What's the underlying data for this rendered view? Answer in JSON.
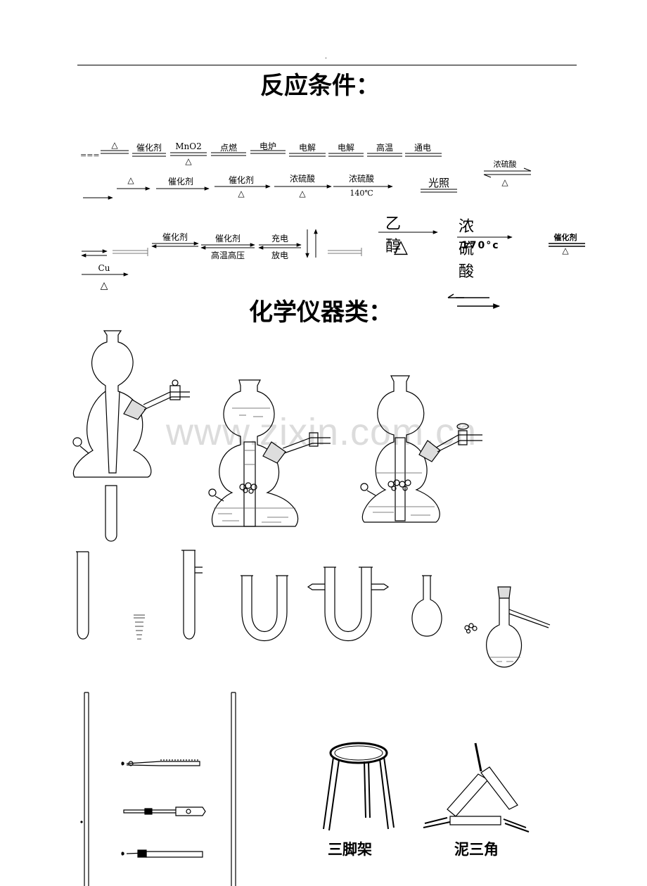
{
  "header_dot": ".",
  "title_conditions": "反应条件：",
  "title_instruments": "化学仪器类：",
  "watermark": "www.zixin.com.cn",
  "row1": {
    "prefix": "===",
    "items": [
      {
        "top": "△",
        "bottom": ""
      },
      {
        "top": "催化剂",
        "bottom": ""
      },
      {
        "top": "MnO2",
        "bottom": "△"
      },
      {
        "top": "点燃",
        "bottom": ""
      },
      {
        "top": "电炉",
        "bottom": ""
      },
      {
        "top": "电解",
        "bottom": ""
      },
      {
        "top": "电解",
        "bottom": ""
      },
      {
        "top": "高温",
        "bottom": ""
      },
      {
        "top": "通电",
        "bottom": ""
      }
    ],
    "right_top": "浓硫酸",
    "right_bottom": "△"
  },
  "row2": {
    "items": [
      {
        "top": "△",
        "bottom": ""
      },
      {
        "top": "催化剂",
        "bottom": ""
      },
      {
        "top": "催化剂",
        "bottom": "△"
      },
      {
        "top": "浓硫酸",
        "bottom": "△"
      },
      {
        "top": "浓硫酸",
        "bottom": "140℃"
      }
    ],
    "light": "光照"
  },
  "row3": {
    "rev1_top": "催化剂",
    "rev2_top": "催化剂",
    "rev2_bottom": "高温高压",
    "rev3_top": "充电",
    "rev3_bottom": "放电",
    "ethanol_top": "乙醇",
    "ethanol_bottom": "△",
    "conc_top": "浓硫酸",
    "conc_bottom": "170°c",
    "cat_top": "催化剂",
    "cat_bottom": "△"
  },
  "row4": {
    "top": "Cu",
    "bottom": "△"
  },
  "labels": {
    "tripod": "三脚架",
    "clay_triangle": "泥三角"
  }
}
